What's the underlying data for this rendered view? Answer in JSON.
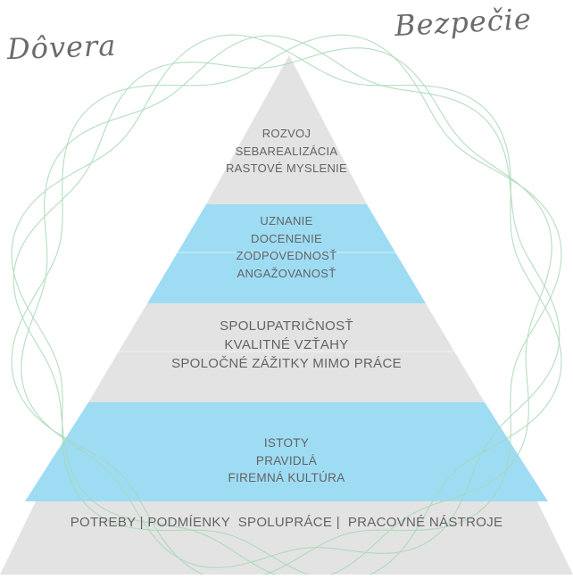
{
  "labels": {
    "trust": "Dôvera",
    "safety": "Bezpečie"
  },
  "colors": {
    "gray_level": "#e3e3e3",
    "blue_level": "#9edcf4",
    "wave_lines": "#a8d8b6",
    "text": "#636363"
  },
  "pyramid": [
    {
      "color": "gray",
      "lines": [
        "ROZVOJ",
        "SEBAREALIZÁCIA",
        "RASTOVÉ MYSLENIE"
      ]
    },
    {
      "color": "blue",
      "lines": [
        "UZNANIE",
        "DOCENENIE",
        "ZODPOVEDNOSŤ",
        "ANGAŽOVANOSŤ"
      ]
    },
    {
      "color": "gray",
      "lines": [
        "SPOLUPATRIČNOSŤ",
        "KVALITNÉ VZŤAHY",
        "SPOLOČNÉ ZÁŽITKY MIMO PRÁCE"
      ]
    },
    {
      "color": "blue",
      "lines": [
        "ISTOTY",
        "PRAVIDLÁ",
        "FIREMNÁ KULTÚRA"
      ]
    },
    {
      "color": "gray",
      "lines": [
        "POTREBY | PODMÍENKY  SPOLUPRÁCE |  PRACOVNÉ NÁSTROJE"
      ]
    }
  ]
}
